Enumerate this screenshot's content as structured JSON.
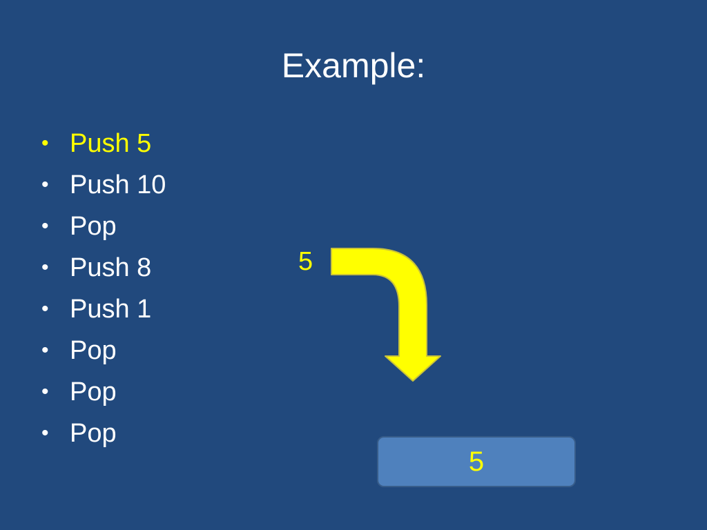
{
  "title": "Example:",
  "operations": [
    {
      "label": "Push 5",
      "active": true
    },
    {
      "label": "Push 10",
      "active": false
    },
    {
      "label": "Pop",
      "active": false
    },
    {
      "label": "Push 8",
      "active": false
    },
    {
      "label": "Push 1",
      "active": false
    },
    {
      "label": "Pop",
      "active": false
    },
    {
      "label": "Pop",
      "active": false
    },
    {
      "label": "Pop",
      "active": false
    }
  ],
  "bullet_symbol": "•",
  "incoming_value": "5",
  "stack": [
    "5"
  ],
  "colors": {
    "background": "#21497d",
    "text": "#ffffff",
    "highlight": "#ffff00",
    "stack_box": "#4f81bd",
    "stack_box_border": "#385d8a"
  }
}
